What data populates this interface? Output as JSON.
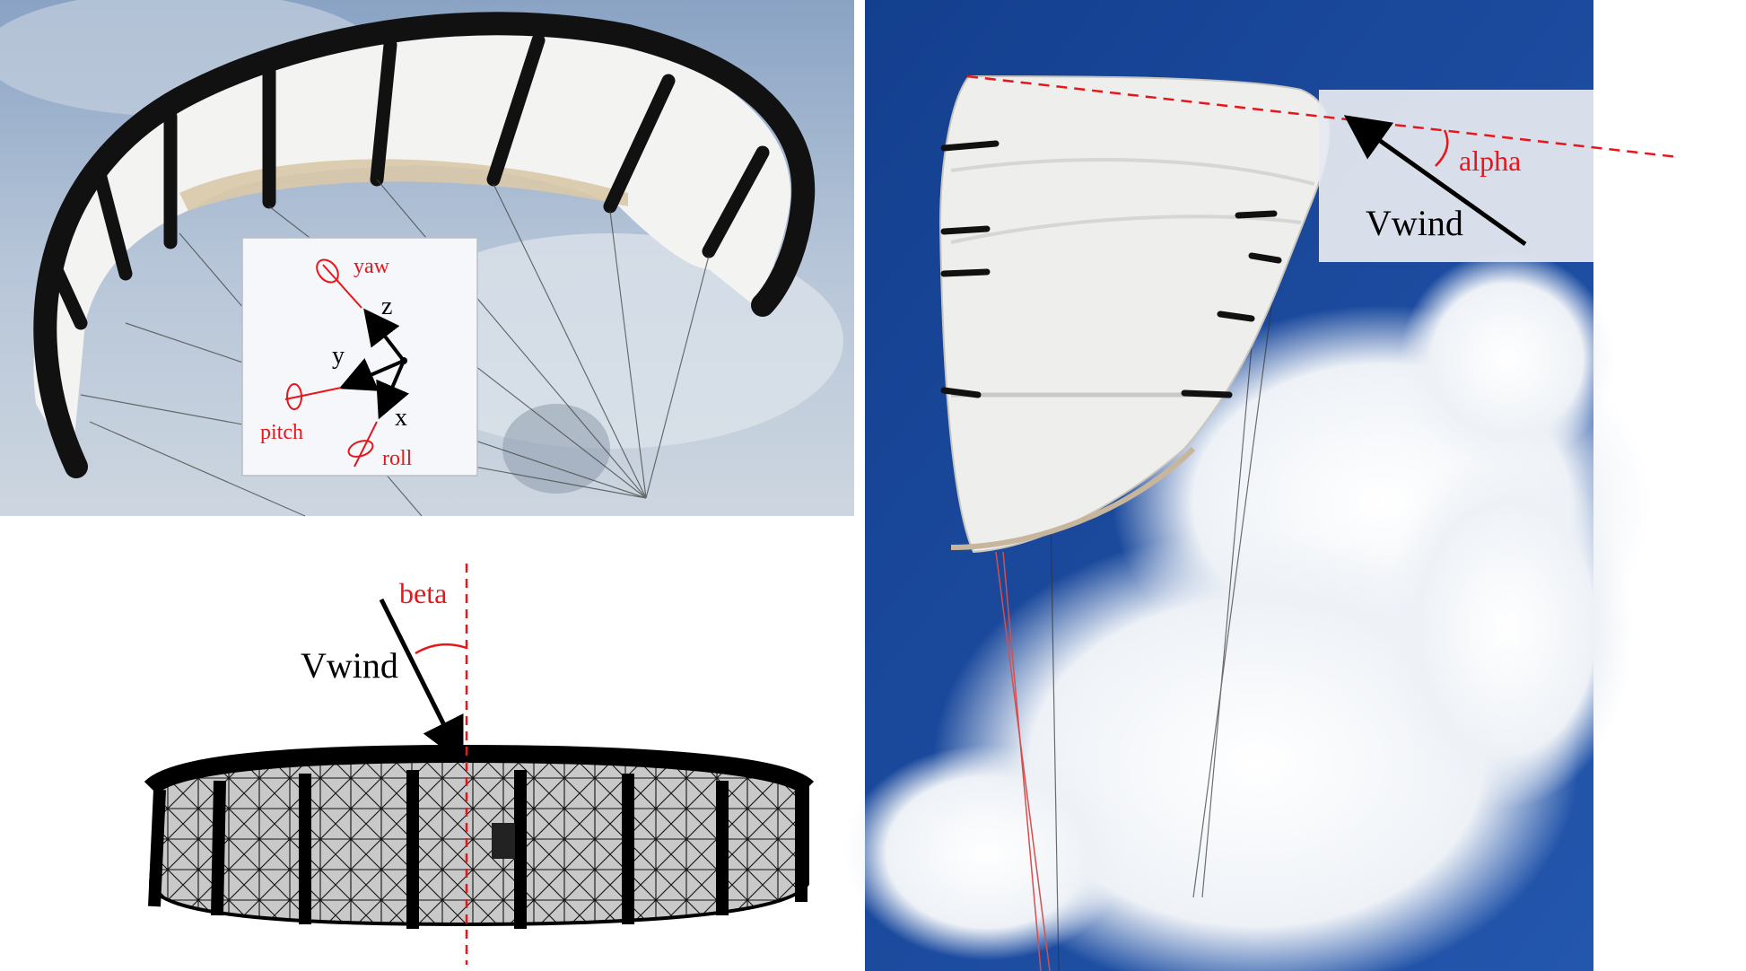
{
  "axes_panel": {
    "yaw": "yaw",
    "z": "z",
    "y": "y",
    "x": "x",
    "pitch": "pitch",
    "roll": "roll"
  },
  "side_panel": {
    "angle_label": "alpha",
    "wind_label": "Vwind"
  },
  "front_panel": {
    "angle_label": "beta",
    "wind_label": "Vwind"
  },
  "colors": {
    "annotation_red": "#e8161b",
    "arrow_black": "#000000",
    "sky_blue": "#1c4ea3"
  }
}
